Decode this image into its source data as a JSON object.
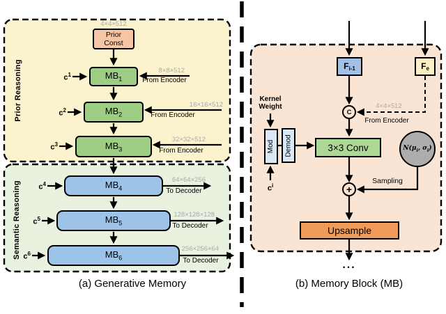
{
  "colors": {
    "panel_a_prior_bg": "#FBF2CE",
    "panel_a_semantic_bg": "#E9F1DF",
    "panel_b_bg": "#FAE5D4",
    "mb_prior_fill": "#9DCE83",
    "mb_semantic_fill": "#9DC3E8",
    "prior_const_fill": "#F6C6A4",
    "f_prev_fill": "#A3C0E8",
    "f_enc_fill": "#FBF0C4",
    "mod_demod_fill": "#D8E8F7",
    "conv_fill": "#ACD795",
    "upsample_fill": "#F09B59",
    "gaussian_fill": "#ADADAD",
    "dim_text": "#A9A9A9"
  },
  "panel_a": {
    "caption": "(a) Generative Memory",
    "prior_section_label": "Prior Reasoning",
    "semantic_section_label": "Semantic Reasoning",
    "prior_const": {
      "line1": "Prior",
      "line2": "Const",
      "dim": "4×4×512"
    },
    "rows": [
      {
        "block": "MB",
        "sub": "1",
        "cond": "c",
        "cond_sup": "1",
        "dim": "8×8×512",
        "io": "From Encoder"
      },
      {
        "block": "MB",
        "sub": "2",
        "cond": "c",
        "cond_sup": "2",
        "dim": "16×16×512",
        "io": "From Encoder"
      },
      {
        "block": "MB",
        "sub": "3",
        "cond": "c",
        "cond_sup": "3",
        "dim": "32×32×512",
        "io": "From Encoder"
      },
      {
        "block": "MB",
        "sub": "4",
        "cond": "c",
        "cond_sup": "4",
        "dim": "64×64×256",
        "io": "To Decoder"
      },
      {
        "block": "MB",
        "sub": "5",
        "cond": "c",
        "cond_sup": "5",
        "dim": "128×128×128",
        "io": "To Decoder"
      },
      {
        "block": "MB",
        "sub": "6",
        "cond": "c",
        "cond_sup": "6",
        "dim": "256×256×64",
        "io": "To Decoder"
      }
    ]
  },
  "panel_b": {
    "caption": "(b) Memory Block (MB)",
    "f_prev": {
      "base": "F",
      "sub": "i-1"
    },
    "f_enc": {
      "base": "F",
      "sub": "e"
    },
    "kernel_weight": {
      "line1": "Kernel",
      "line2": "Weight"
    },
    "mod_label": "Mod",
    "demod_label": "Demod",
    "cond": {
      "base": "c",
      "sup": "i"
    },
    "concat_symbol": "C",
    "skip": {
      "dim": "4×4×512",
      "label": "From Encoder"
    },
    "conv_label": "3×3 Conv",
    "gaussian": {
      "symbol": "N",
      "open": "(μ",
      "sub1": "i",
      "mid": ", σ",
      "sub2": "i",
      "close": ")"
    },
    "sampling_label": "Sampling",
    "plus_symbol": "+",
    "upsample_label": "Upsample",
    "ellipsis": "..."
  }
}
